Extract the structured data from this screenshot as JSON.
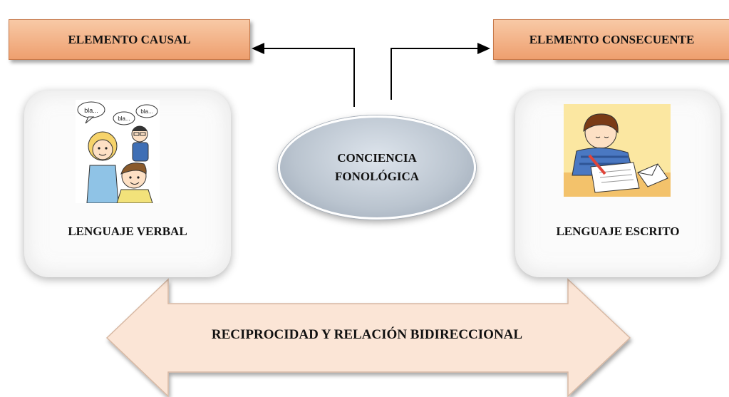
{
  "causal_label": "ELEMENTO CAUSAL",
  "consequent_label": "ELEMENTO CONSECUENTE",
  "center": {
    "line1": "CONCIENCIA",
    "line2": "FONOLÓGICA"
  },
  "left_card": {
    "label": "LENGUAJE VERBAL",
    "bubbles": [
      "bla...",
      "bla...",
      "bla..."
    ]
  },
  "right_card": {
    "label": "LENGUAJE ESCRITO"
  },
  "bottom_arrow_label": "RECIPROCIDAD Y RELACIÓN BIDIRECCIONAL",
  "colors": {
    "box_fill": "#f4b183",
    "arrow_fill": "#fbe5d6",
    "ellipse_fill": "#bac4cf"
  }
}
